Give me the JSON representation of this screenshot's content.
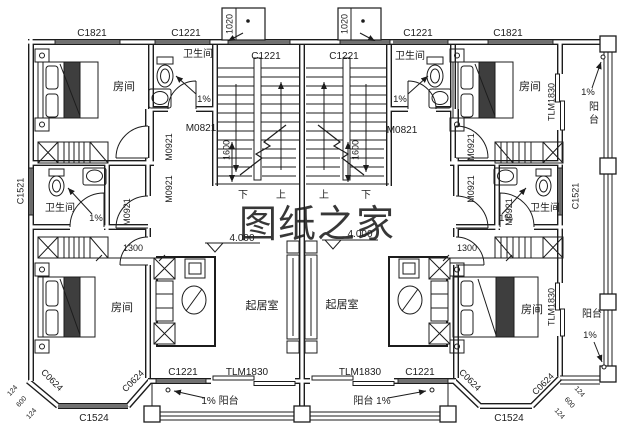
{
  "codes": {
    "c1821": "C1821",
    "c1221": "C1221",
    "c1521": "C1521",
    "c1524": "C1524",
    "c0624": "C0624",
    "tlm1830": "TLM1830",
    "m0821": "M0821",
    "m0921": "M0921"
  },
  "dims": {
    "flue": "1020",
    "stair": "1600",
    "closet": "1300",
    "bay_small": "124",
    "bay_mid": "600",
    "elev": "4.000",
    "slope": "1%"
  },
  "rooms": {
    "bedroom": "房间",
    "bath": "卫生间",
    "living": "起居室",
    "balcony": "阳台"
  },
  "annot": {
    "balcony_left": "1% 阳台",
    "balcony_right": "阳台 1%",
    "up": "上",
    "down": "下",
    "yang": "阳",
    "tai": "台"
  },
  "watermark": {
    "text": "图纸之家",
    "color": "#cf3b3b"
  },
  "canvas": {
    "line": "#1c1c1c",
    "bg": "#ffffff"
  }
}
